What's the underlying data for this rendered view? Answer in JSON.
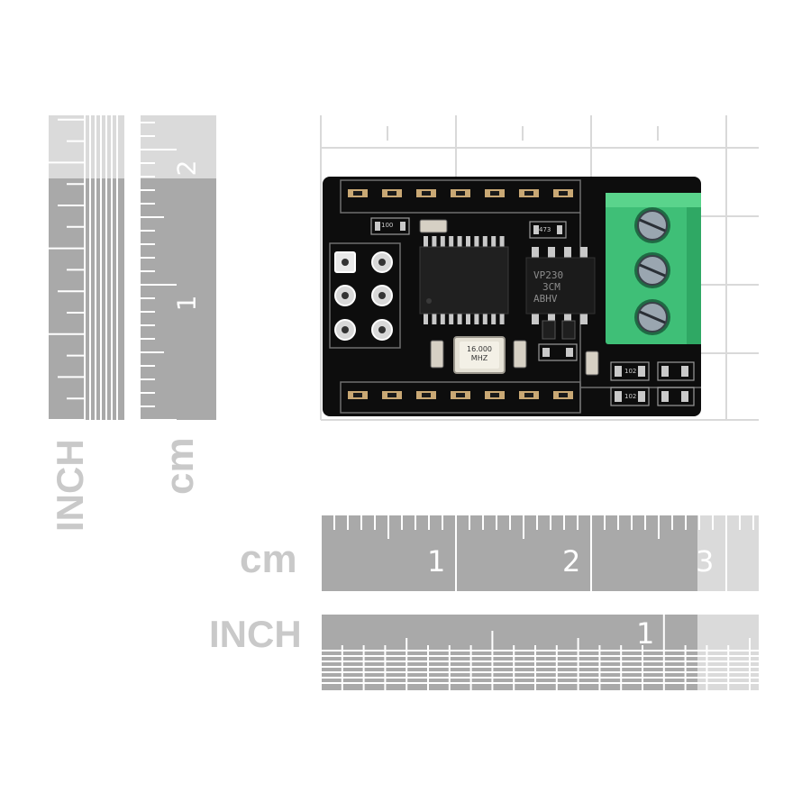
{
  "labels": {
    "inch_vertical": "INCH",
    "cm_vertical": "cm",
    "cm_horizontal": "cm",
    "inch_horizontal": "INCH"
  },
  "ruler_numbers": {
    "cm_vertical": [
      "1",
      "2"
    ],
    "cm_horizontal": [
      "1",
      "2",
      "3"
    ],
    "inch_horizontal": [
      "1"
    ]
  },
  "board": {
    "crystal_line1": "16.000",
    "crystal_line2": "MHZ",
    "chip_line1": "VP230",
    "chip_line2": "3CM",
    "chip_line3": "ABHV",
    "res_top": "473",
    "res_1": "102",
    "res_2": "102",
    "cap_label": "100"
  },
  "colors": {
    "ruler_dark": "#a9a9a9",
    "ruler_light": "#dadada",
    "pcb": "#0d0d0d",
    "terminal_green": "#3fbf77",
    "label_grey": "#c9c9c9"
  }
}
